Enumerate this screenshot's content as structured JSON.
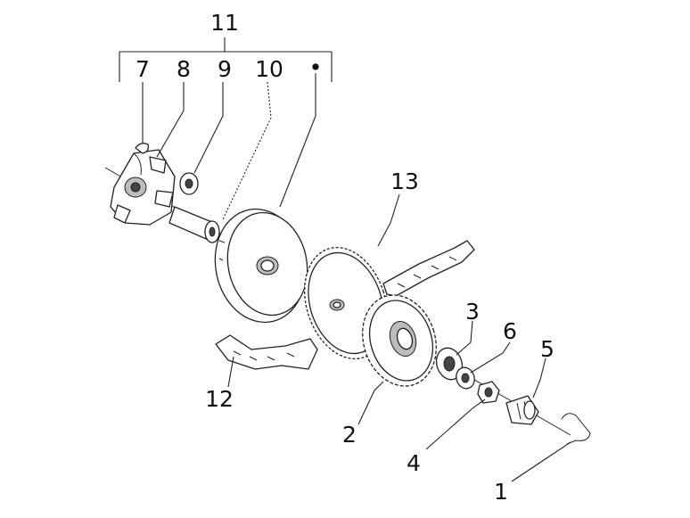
{
  "diagram": {
    "colors": {
      "ink": "#222222",
      "background": "#ffffff",
      "shade": "#bdbdbd"
    },
    "callouts": {
      "c1": "1",
      "c2": "2",
      "c3": "3",
      "c4": "4",
      "c5": "5",
      "c6": "6",
      "c7": "7",
      "c8": "8",
      "c9": "9",
      "c10": "10",
      "c11": "11",
      "c12": "12",
      "c13": "13"
    },
    "bullet_marker": "•"
  }
}
